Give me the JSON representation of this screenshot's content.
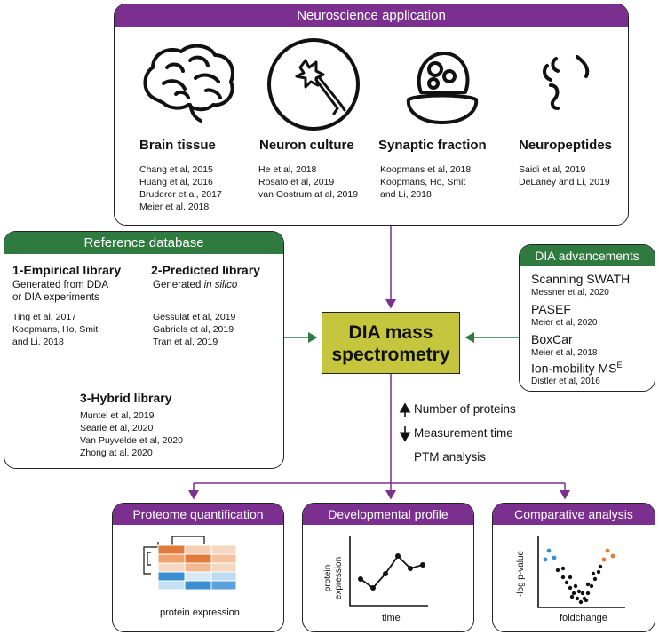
{
  "neuro": {
    "header": "Neuroscience application",
    "columns": [
      {
        "title": "Brain tissue",
        "icon": "brain-icon",
        "cites": [
          "Chang et al, 2015",
          "Huang et al, 2016",
          "Bruderer et al, 2017",
          "Meier et al, 2018"
        ]
      },
      {
        "title": "Neuron culture",
        "icon": "neuron-icon",
        "cites": [
          "He et al, 2018",
          "Rosato et al, 2019",
          "van Oostrum at al, 2019"
        ]
      },
      {
        "title": "Synaptic fraction",
        "icon": "synapse-icon",
        "cites": [
          "Koopmans et al, 2018",
          "Koopmans, Ho, Smit",
          "and Li, 2018"
        ]
      },
      {
        "title": "Neuropeptides",
        "icon": "neuropeptide-icon",
        "cites": [
          "Saidi et al, 2019",
          "DeLaney and Li, 2019"
        ]
      }
    ]
  },
  "reference": {
    "header": "Reference database",
    "empirical": {
      "title": "1-Empirical library",
      "sub": [
        "Generated from DDA",
        "or DIA experiments"
      ],
      "cites": [
        "Ting et al, 2017",
        "Koopmans, Ho, Smit",
        "and Li, 2018"
      ]
    },
    "predicted": {
      "title": "2-Predicted library",
      "sub_prefix": "Generated",
      "sub_italic": "in silico",
      "cites": [
        "Gessulat et al, 2019",
        "Gabriels et al, 2019",
        "Tran et al, 2019"
      ]
    },
    "hybrid": {
      "title": "3-Hybrid library",
      "cites": [
        "Muntel et al, 2019",
        "Searle et al, 2020",
        "Van Puyvelde et al, 2020",
        "Zhong at al, 2020"
      ]
    }
  },
  "center": {
    "line1": "DIA mass",
    "line2": "spectrometry"
  },
  "advancements": {
    "header": "DIA advancements",
    "items": [
      {
        "name": "Scanning SWATH",
        "cite": "Messner et al, 2020"
      },
      {
        "name": "PASEF",
        "cite": "Meier et al, 2020"
      },
      {
        "name": "BoxCar",
        "cite": "Meier et al, 2018"
      },
      {
        "name": "Ion-mobility MS",
        "sup": "E",
        "cite": "Distler et al, 2016"
      }
    ]
  },
  "outcomes": {
    "proteins": "Number of proteins",
    "time": "Measurement time",
    "ptm": "PTM analysis"
  },
  "panels": {
    "proteome": {
      "header": "Proteome quantification",
      "xlabel": "protein expression"
    },
    "developmental": {
      "header": "Developmental profile",
      "ylabel": "protein expression",
      "xlabel": "time"
    },
    "comparative": {
      "header": "Comparative analysis",
      "ylabel": "-log p-value",
      "xlabel": "foldchange"
    }
  },
  "colors": {
    "purple": "#7b2f8e",
    "green": "#2f7a3e",
    "center": "#c5c63d",
    "orange": "#e07b39",
    "blue": "#3b8fd0"
  }
}
